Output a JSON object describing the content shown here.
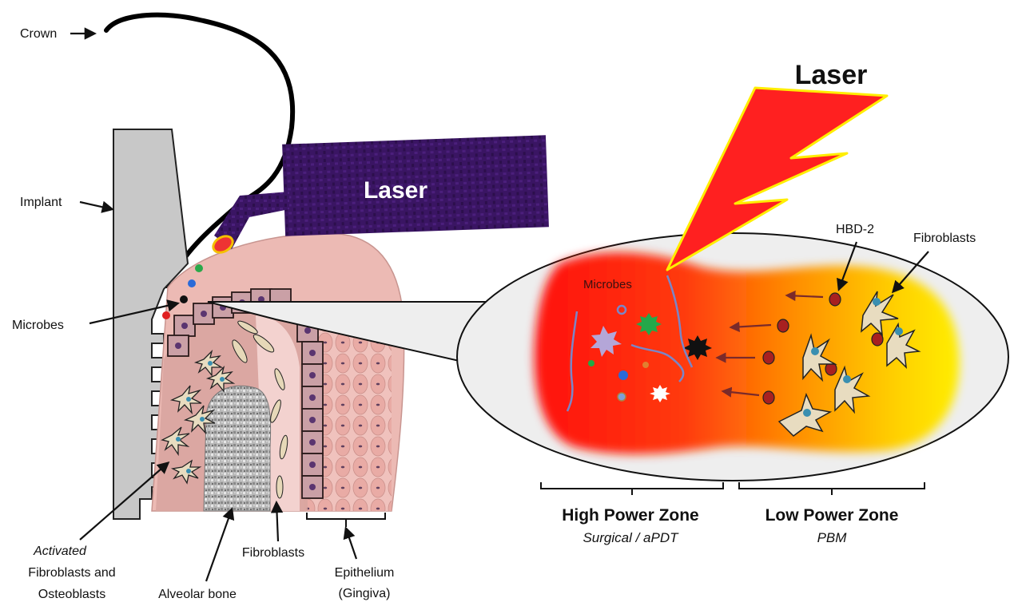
{
  "labels": {
    "crown": "Crown",
    "implant": "Implant",
    "microbes_left": "Microbes",
    "activated": "Activated",
    "fibro_osteo_1": "Fibroblasts and",
    "fibro_osteo_2": "Osteoblasts",
    "alveolar_bone": "Alveolar bone",
    "fibroblasts_left": "Fibroblasts",
    "epithelium": "Epithelium",
    "gingiva": "(Gingiva)",
    "laser_probe": "Laser",
    "laser_bolt": "Laser",
    "microbes_right": "Microbes",
    "hbd2": "HBD-2",
    "fibroblasts_right": "Fibroblasts",
    "high_zone_title": "High Power Zone",
    "high_zone_sub": "Surgical / aPDT",
    "low_zone_title": "Low Power Zone",
    "low_zone_sub": "PBM"
  },
  "colors": {
    "high_power": "#ff1a1a",
    "mid_power": "#ff7a00",
    "low_power": "#ffee00",
    "laser_probe": "#3b1466",
    "bolt": "#ff2020",
    "bolt_outline": "#ffee00",
    "implant": "#c8c8c8",
    "tissue_pink": "#e8b4b0"
  }
}
